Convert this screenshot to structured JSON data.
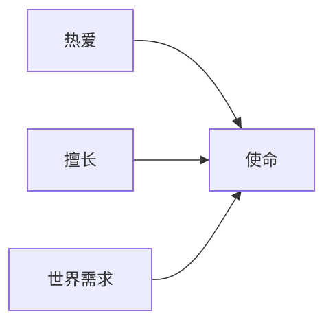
{
  "diagram": {
    "nodes": {
      "passion": {
        "label": "热爱"
      },
      "skill": {
        "label": "擅长"
      },
      "world_need": {
        "label": "世界需求"
      },
      "mission": {
        "label": "使命"
      }
    },
    "edges": [
      {
        "from": "passion",
        "to": "mission"
      },
      {
        "from": "skill",
        "to": "mission"
      },
      {
        "from": "world_need",
        "to": "mission"
      }
    ]
  }
}
